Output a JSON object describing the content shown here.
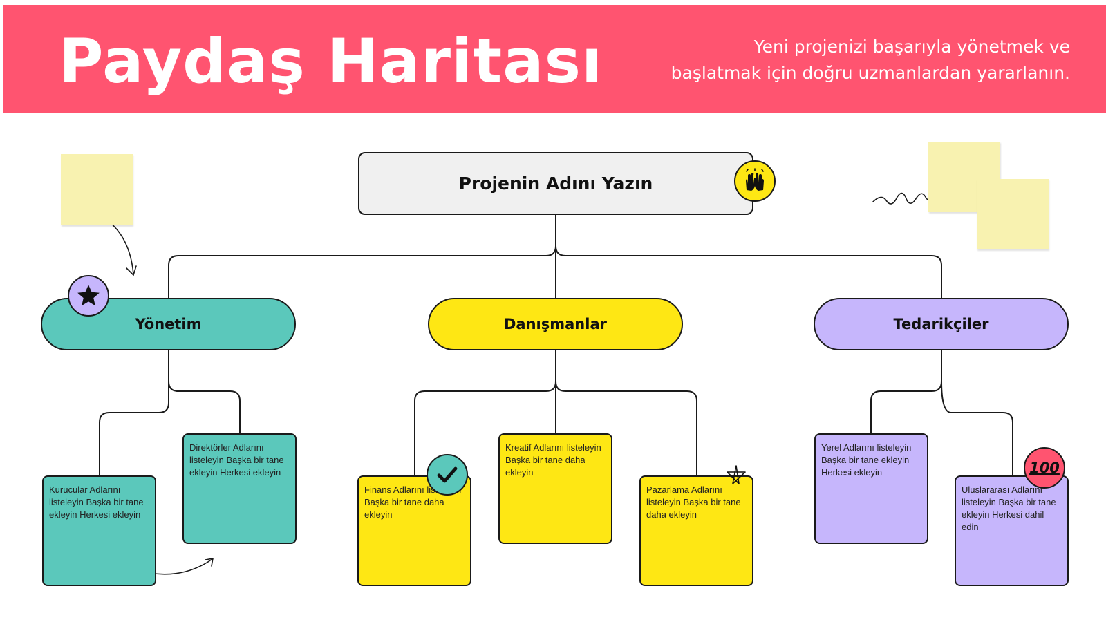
{
  "header": {
    "title": "Paydaş Haritası",
    "subtitle_line1": "Yeni projenizi başarıyla yönetmek ve",
    "subtitle_line2": "başlatmak için doğru uzmanlardan yararlanın."
  },
  "root": {
    "label": "Projenin Adını Yazın"
  },
  "groups": [
    {
      "label": "Yönetim"
    },
    {
      "label": "Danışmanlar"
    },
    {
      "label": "Tedarikçiler"
    }
  ],
  "cards": [
    {
      "text": "Kurucular Adlarını listeleyin Başka bir tane ekleyin Herkesi ekleyin"
    },
    {
      "text": "Direktörler Adlarını listeleyin Başka bir tane ekleyin Herkesi ekleyin"
    },
    {
      "text": "Finans Adlarını listeleyin Başka bir tane daha ekleyin"
    },
    {
      "text": "Kreatif Adlarını listeleyin Başka bir tane daha ekleyin"
    },
    {
      "text": "Pazarlama Adlarını listeleyin Başka bir tane daha ekleyin"
    },
    {
      "text": "Yerel Adlarını listeleyin Başka bir tane ekleyin Herkesi ekleyin"
    },
    {
      "text": "Uluslararası Adlarını listeleyin Başka bir tane ekleyin Herkesi dahil edin"
    }
  ],
  "badges": {
    "hundred_label": "100"
  },
  "colors": {
    "header": "#ff5470",
    "teal": "#5bc8bb",
    "yellow": "#fee714",
    "lavender": "#c6b6fc",
    "root": "#f0f0f0",
    "sticky": "#f8f2b0"
  }
}
